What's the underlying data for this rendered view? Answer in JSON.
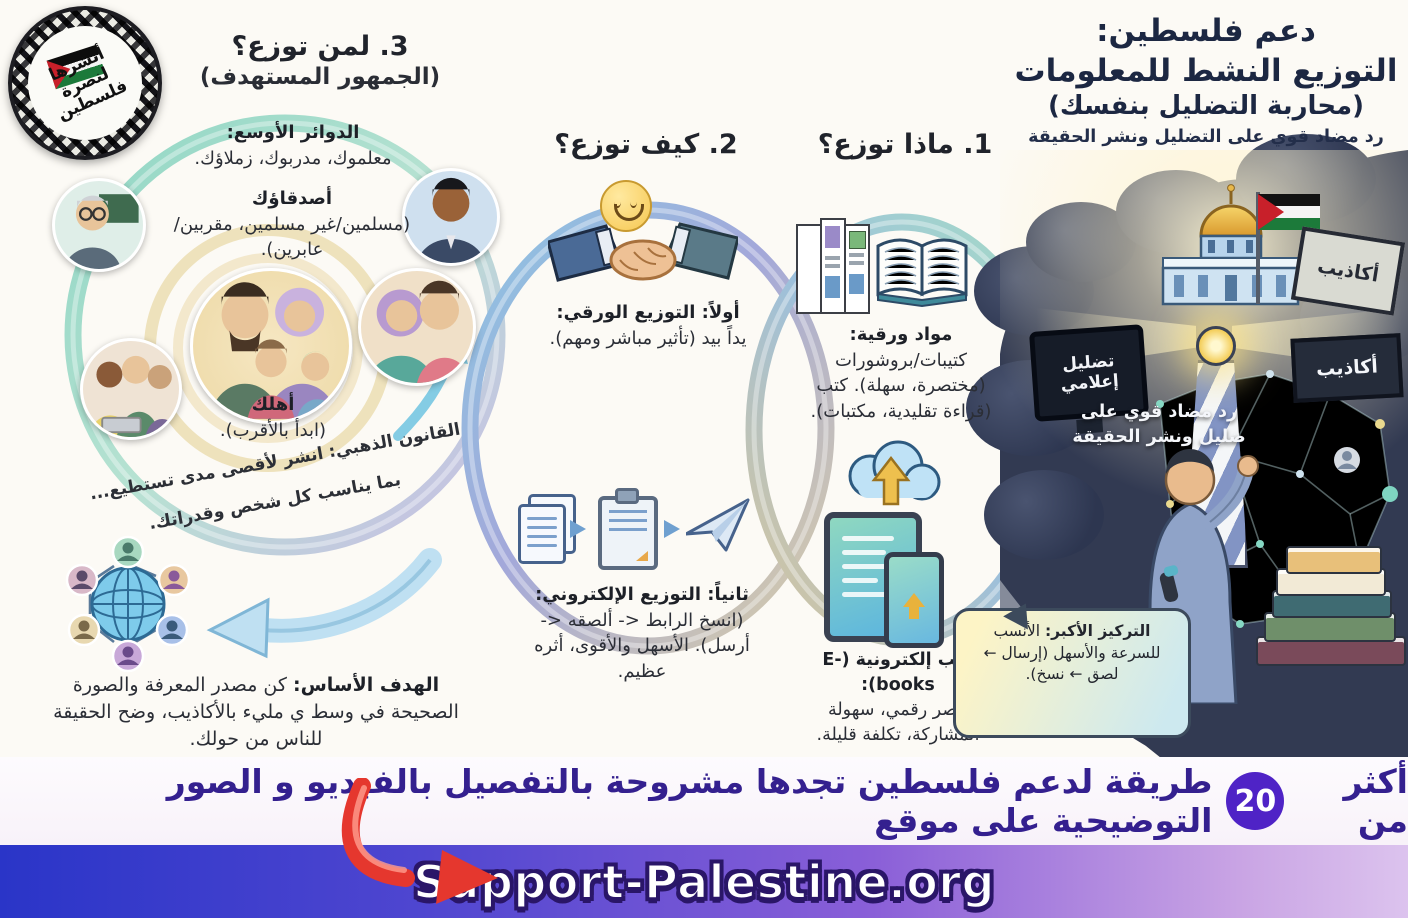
{
  "logo": {
    "label": "أنشرها لنصرة فلسطين"
  },
  "title": {
    "line1": "دعم فلسطين:",
    "line2": "التوزيع النشط للمعلومات",
    "line3": "(محاربة التضليل بنفسك)",
    "subtitle": "رد مضاد قوي على التضليل ونشر الحقيقة"
  },
  "what": {
    "heading": "1. ماذا توزع؟",
    "paper_label": "مواد ورقية:",
    "paper_text": "كتيبات/بروشورات (مختصرة، سهلة). كتب (قراءة تقليدية، مكتبات).",
    "ebooks_label": "كتب إلكترونية (E-books):",
    "ebooks_text": "عصر رقمي، سهولة المشاركة، تكلفة قليلة.",
    "focus_label": "التركيز الأكبر:",
    "focus_text": "الأنسب للسرعة والأسهل (إرسال ← لصق ← نسخ)."
  },
  "how": {
    "heading": "2. كيف توزع؟",
    "first_label": "أولاً: التوزيع الورقي:",
    "first_text": "يداً بيد (تأثير مباشر ومهم).",
    "second_label": "ثانياً: التوزيع الإلكتروني:",
    "second_text": "(انسخ الرابط <- ألصقه <- أرسل). الأسهل والأقوى، أثره عظيم."
  },
  "who": {
    "heading": "3. لمن توزع؟",
    "subheading": "(الجمهور المستهدف)",
    "outer_label": "الدوائر الأوسع:",
    "outer_text": "معلموك، مدربوك، زملاؤك.",
    "friends_label": "أصدقاؤك",
    "friends_text": "(مسلمين/غير مسلمين، مقربين/عابرين).",
    "family_label": "أهلك",
    "family_text": "(ابدأ بالأقرب).",
    "golden_line1": "القانون الذهبي: انشر لأقصى مدى تستطيع...",
    "golden_line2": "بما يناسب كل شخص وقدراتك.",
    "goal_label": "الهدف الأساس:",
    "goal_text": "كن مصدر المعرفة والصورة الصحيحة في وسط ي مليء بالأكاذيب، وضح الحقيقة للناس من حولك."
  },
  "scene": {
    "tv_line1": "تضليل",
    "tv_line2": "إعلامي",
    "sign_top": "أكاذيب",
    "sign_bottom": "أكاذيب",
    "caption_line1": "رد مضاد قوي على",
    "caption_line2": "ضليل ونشر الحقيقة"
  },
  "banner": {
    "prefix": "أكثر من",
    "count": "20",
    "suffix": "طريقة لدعم فلسطين تجدها مشروحة  بالتفصيل بالفيديو و الصور التوضيحية على موقع"
  },
  "footer": {
    "url": "Support-Palestine.org"
  },
  "colors": {
    "accent_purple": "#34208f",
    "count_badge": "#4f23c6",
    "arrow_red": "#e5372e",
    "footer_gradient_start": "#2a35c8",
    "footer_gradient_end": "#dcc3ee",
    "title_navy": "#1c2742"
  }
}
